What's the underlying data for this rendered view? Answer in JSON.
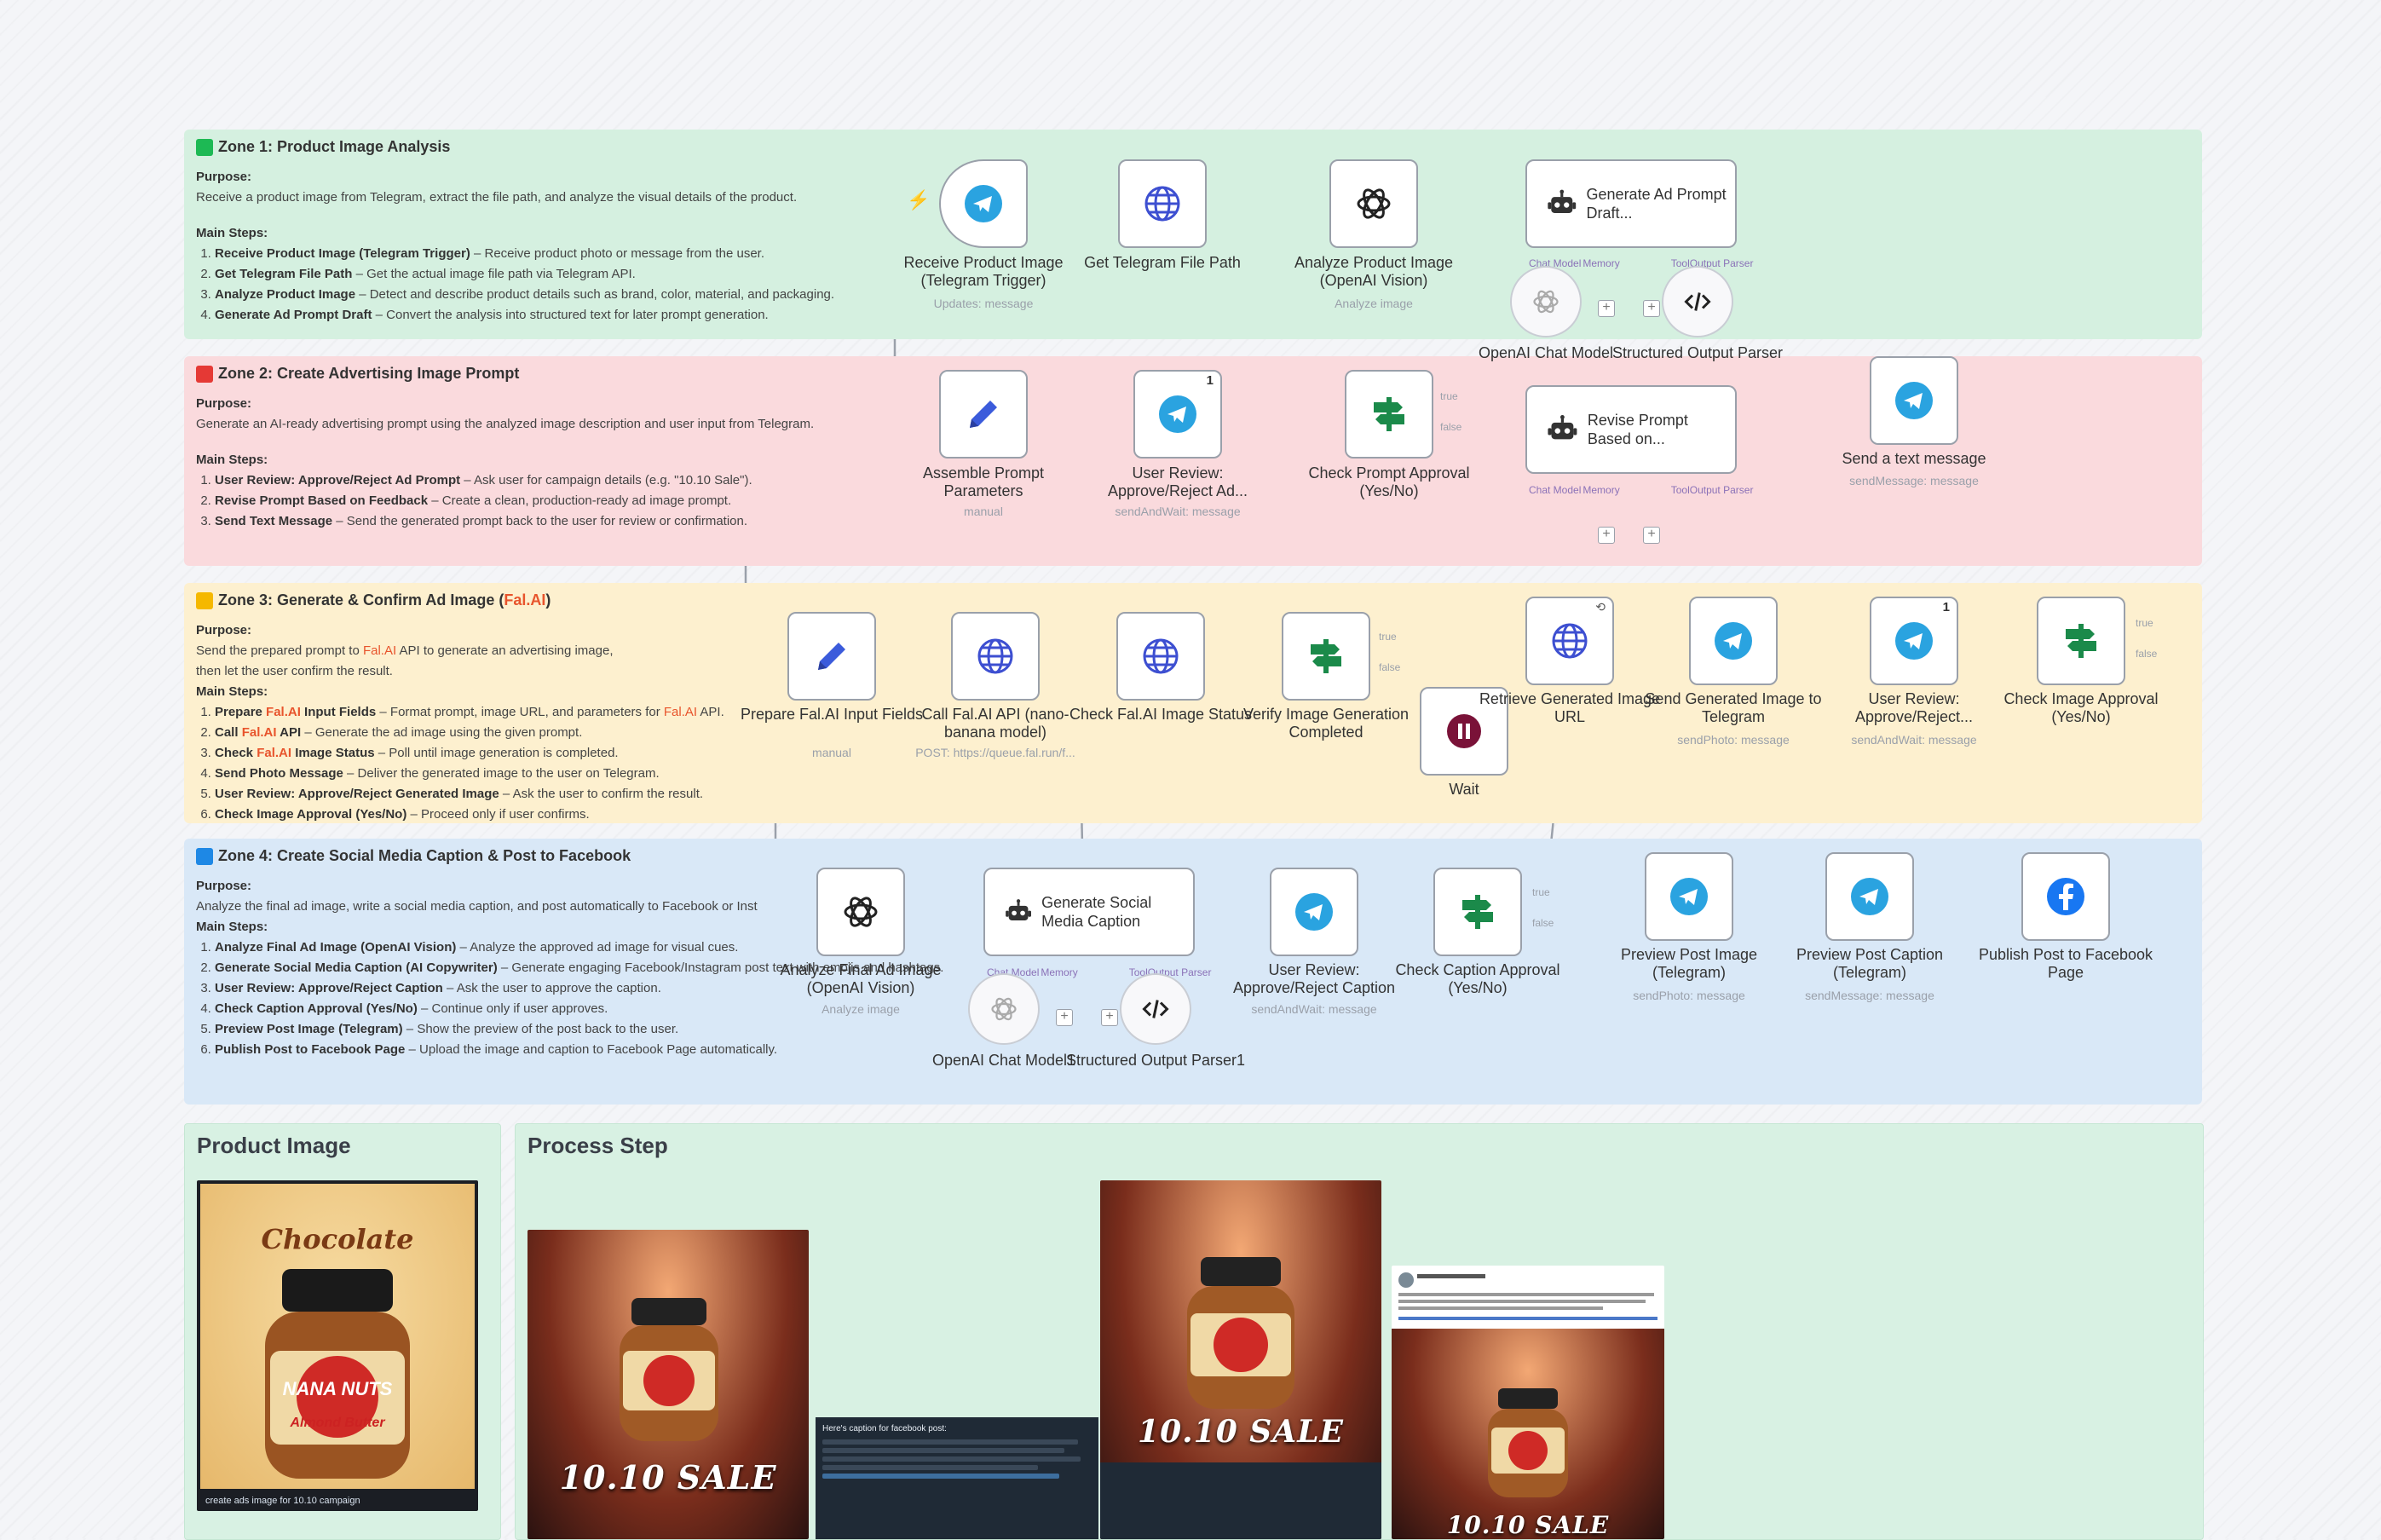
{
  "zones": [
    {
      "title": "Zone 1: Product Image Analysis",
      "color": "#1db954",
      "purpose_label": "Purpose:",
      "purpose": "Receive a product image from Telegram, extract the file path, and analyze the visual details of the product.",
      "steps_label": "Main Steps:",
      "steps": [
        {
          "name": "Receive Product Image (Telegram Trigger)",
          "desc": " – Receive product photo or message from the user."
        },
        {
          "name": "Get Telegram File Path",
          "desc": " – Get the actual image file path via Telegram API."
        },
        {
          "name": "Analyze Product Image",
          "desc": " – Detect and describe product details such as brand, color, material, and packaging."
        },
        {
          "name": "Generate Ad Prompt Draft",
          "desc": " – Convert the analysis into structured text for later prompt generation."
        }
      ]
    },
    {
      "title": "Zone 2: Create Advertising Image Prompt",
      "color": "#e53935",
      "purpose_label": "Purpose:",
      "purpose": "Generate an AI-ready advertising prompt using the analyzed image description and user input from Telegram.",
      "steps_label": "Main Steps:",
      "steps": [
        {
          "name": "User Review: Approve/Reject Ad Prompt",
          "desc": " – Ask user for campaign details (e.g. \"10.10 Sale\")."
        },
        {
          "name": "Revise Prompt Based on Feedback",
          "desc": " – Create a clean, production-ready ad image prompt."
        },
        {
          "name": "Send Text Message",
          "desc": " – Send the generated prompt back to the user for review or confirmation."
        }
      ]
    },
    {
      "title_pre": "Zone 3: Generate & Confirm Ad Image (",
      "title_hl": "Fal.AI",
      "title_post": ")",
      "color": "#f5b800",
      "purpose_label": "Purpose:",
      "purpose_a": "Send the prepared prompt to ",
      "purpose_hl": "Fal.AI",
      "purpose_b": " API to generate an advertising image,",
      "purpose2": "then let the user confirm the result.",
      "steps_label": "Main Steps:",
      "hl": "Fal.AI",
      "s1a": "Prepare ",
      "s1b": " Input Fields",
      "s1c": " – Format prompt, image URL, and parameters for ",
      "s1d": " API.",
      "s2a": "Call ",
      "s2b": " API",
      "s2c": " – Generate the ad image using the given prompt.",
      "s3a": "Check ",
      "s3b": " Image Status",
      "s3c": " – Poll until image generation is completed.",
      "s4a": "Send Photo Message",
      "s4c": " – Deliver the generated image to the user on Telegram.",
      "s5a": "User Review: Approve/Reject Generated Image",
      "s5c": " – Ask the user to confirm the result.",
      "s6a": "Check Image Approval (Yes/No)",
      "s6c": " – Proceed only if user confirms."
    },
    {
      "title": "Zone 4: Create Social Media Caption & Post to Facebook",
      "color": "#1e88e5",
      "purpose_label": "Purpose:",
      "purpose": "Analyze the final ad image, write a social media caption, and post automatically to Facebook or Inst",
      "steps_label": "Main Steps:",
      "steps": [
        {
          "name": "Analyze Final Ad Image (OpenAI Vision)",
          "desc": " – Analyze the approved ad image for visual cues."
        },
        {
          "name": "Generate Social Media Caption (AI Copywriter)",
          "desc": " – Generate engaging Facebook/Instagram post text with emojis and hashtags."
        },
        {
          "name": "User Review: Approve/Reject Caption",
          "desc": " – Ask the user to approve the caption."
        },
        {
          "name": "Check Caption Approval (Yes/No)",
          "desc": " – Continue only if user approves."
        },
        {
          "name": "Preview Post Image (Telegram)",
          "desc": " – Show the preview of the post back to the user."
        },
        {
          "name": "Publish Post to Facebook Page",
          "desc": " – Upload the image and caption to Facebook Page automatically."
        }
      ]
    }
  ],
  "nodes": {
    "n1": {
      "label": "Receive Product Image (Telegram Trigger)",
      "sub": "Updates: message",
      "icon": "telegram-icon"
    },
    "n2": {
      "label": "Get Telegram File Path",
      "sub": "",
      "icon": "globe-icon"
    },
    "n3": {
      "label": "Analyze Product Image (OpenAI Vision)",
      "sub": "Analyze image",
      "icon": "openai-icon"
    },
    "n4": {
      "label": "Generate Ad Prompt Draft...",
      "icon": "robot-icon",
      "tag1": "Chat Model",
      "tag2": "Memory",
      "tag3": "Tool",
      "tag4": "Output Parser"
    },
    "n4a": {
      "label": "OpenAI Chat Model"
    },
    "n4b": {
      "label": "Structured Output Parser"
    },
    "n5": {
      "label": "Assemble Prompt Parameters",
      "sub": "manual",
      "icon": "pencil-icon"
    },
    "n6": {
      "label": "User Review: Approve/Reject Ad...",
      "sub": "sendAndWait: message",
      "icon": "telegram-icon",
      "badge": "1"
    },
    "n7": {
      "label": "Check Prompt Approval (Yes/No)",
      "sub": "",
      "icon": "switch-icon",
      "t": "true",
      "f": "false"
    },
    "n8": {
      "label": "Revise Prompt Based on...",
      "icon": "robot-icon",
      "tag1": "Chat Model",
      "tag2": "Memory",
      "tag3": "Tool",
      "tag4": "Output Parser"
    },
    "n9": {
      "label": "Send a text message",
      "sub": "sendMessage: message",
      "icon": "telegram-icon"
    },
    "n10": {
      "label": "Prepare Fal.AI Input Fields",
      "sub": "manual",
      "icon": "pencil-icon"
    },
    "n11": {
      "label": "Call Fal.AI API (nano-banana model)",
      "sub": "POST: https://queue.fal.run/f...",
      "icon": "globe-icon"
    },
    "n12": {
      "label": "Check Fal.AI Image Status",
      "sub": "",
      "icon": "globe-icon"
    },
    "n13": {
      "label": "Verify Image Generation Completed",
      "sub": "",
      "icon": "switch-icon",
      "t": "true",
      "f": "false"
    },
    "n14": {
      "label": "Wait",
      "icon": "pause-icon"
    },
    "n15": {
      "label": "Retrieve Generated Image URL",
      "sub": "",
      "icon": "globe-icon"
    },
    "n16": {
      "label": "Send Generated Image to Telegram",
      "sub": "sendPhoto: message",
      "icon": "telegram-icon"
    },
    "n17": {
      "label": "User Review: Approve/Reject...",
      "sub": "sendAndWait: message",
      "icon": "telegram-icon",
      "badge": "1"
    },
    "n18": {
      "label": "Check Image Approval (Yes/No)",
      "sub": "",
      "icon": "switch-icon",
      "t": "true",
      "f": "false"
    },
    "n19": {
      "label": "Analyze Final Ad Image (OpenAI Vision)",
      "sub": "Analyze image",
      "icon": "openai-icon"
    },
    "n20": {
      "label": "Generate Social Media Caption",
      "icon": "robot-icon",
      "tag1": "Chat Model",
      "tag2": "Memory",
      "tag3": "Tool",
      "tag4": "Output Parser"
    },
    "n20a": {
      "label": "OpenAI Chat Model1"
    },
    "n20b": {
      "label": "Structured Output Parser1"
    },
    "n21": {
      "label": "User Review: Approve/Reject Caption",
      "sub": "sendAndWait: message",
      "icon": "telegram-icon"
    },
    "n22": {
      "label": "Check Caption Approval (Yes/No)",
      "sub": "",
      "icon": "switch-icon",
      "t": "true",
      "f": "false"
    },
    "n23": {
      "label": "Preview Post Image (Telegram)",
      "sub": "sendPhoto: message",
      "icon": "telegram-icon"
    },
    "n24": {
      "label": "Preview Post Caption (Telegram)",
      "sub": "sendMessage: message",
      "icon": "telegram-icon"
    },
    "n25": {
      "label": "Publish Post to Facebook Page",
      "sub": "",
      "icon": "facebook-icon"
    }
  },
  "panels": {
    "product": {
      "title": "Product Image",
      "brand_word": "Chocolate",
      "jar_brand": "NANA NUTS",
      "jar_flavor": "Almond Butter",
      "caption": "create ads image for 10.10 campaign"
    },
    "process": {
      "title": "Process Step",
      "sale": "10.10 SALE",
      "caption_header": "Here's caption for facebook post:"
    }
  },
  "colors": {
    "telegram": "#2aa3e0",
    "facebook": "#1877f2",
    "switch": "#1b8a4a",
    "pencil": "#3b5bdb",
    "globe": "#3d4fd1",
    "wait": "#7a1238",
    "wire": "#9aa0aa"
  }
}
